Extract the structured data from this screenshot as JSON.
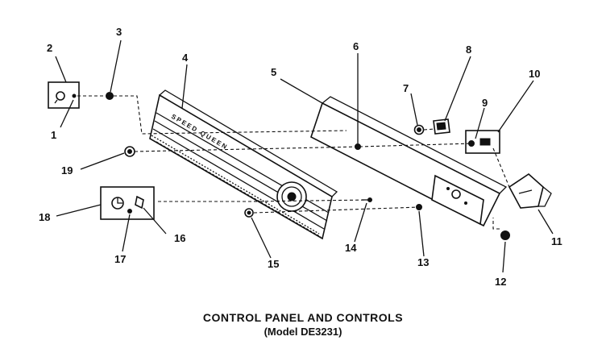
{
  "diagram": {
    "callouts": [
      "1",
      "2",
      "3",
      "4",
      "5",
      "6",
      "7",
      "8",
      "9",
      "10",
      "11",
      "12",
      "13",
      "14",
      "15",
      "16",
      "17",
      "18",
      "19"
    ],
    "panel_brand": "SPEED QUEEN",
    "caption_line1": "CONTROL PANEL AND CONTROLS",
    "caption_line2": "(Model DE3231)"
  }
}
